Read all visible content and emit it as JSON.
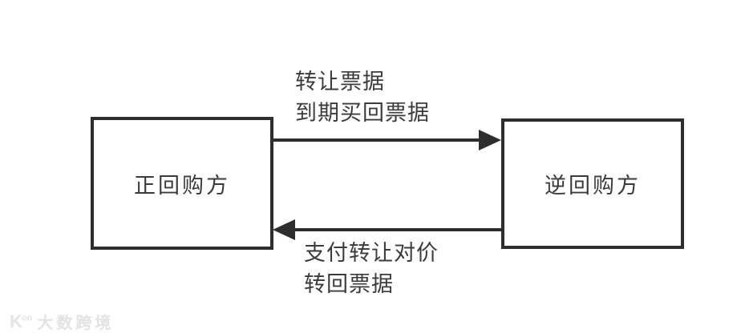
{
  "diagram": {
    "left_box": {
      "label": "正回购方"
    },
    "right_box": {
      "label": "逆回购方"
    },
    "top_arrow": {
      "direction": "left-to-right",
      "label_line1": "转让票据",
      "label_line2": "到期买回票据"
    },
    "bottom_arrow": {
      "direction": "right-to-left",
      "label_line1": "支付转让对价",
      "label_line2": "转回票据"
    },
    "colors": {
      "line": "#2e2e2e",
      "text": "#3b3b3b",
      "background": "#ffffff",
      "watermark": "#e4e4e4"
    }
  },
  "watermark": {
    "logo": "K",
    "logo_sup": "oo",
    "text": "大数跨境"
  }
}
